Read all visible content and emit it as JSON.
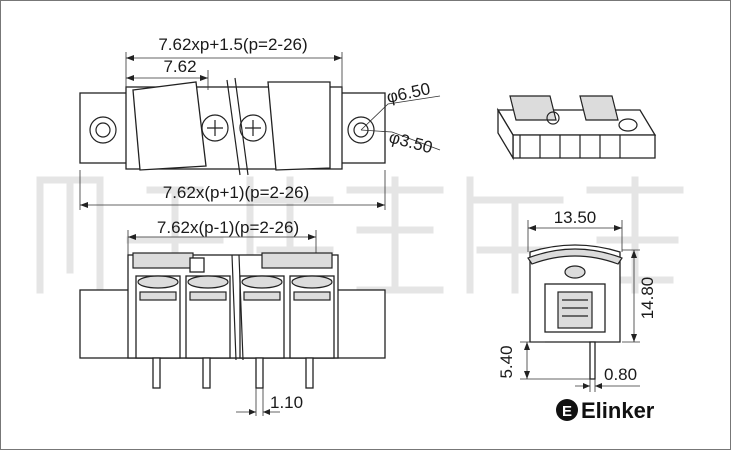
{
  "dimensions": {
    "overall_top": "7.62xp+1.5(p=2-26)",
    "pitch": "7.62",
    "hole_outer": "φ6.50",
    "hole_inner": "φ3.50",
    "overall_bottom": "7.62x(p+1)(p=2-26)",
    "inner_span": "7.62x(p-1)(p=2-26)",
    "pin_width": "1.10",
    "side_width": "13.50",
    "side_height": "14.80",
    "pin_length": "5.40",
    "pin_thickness": "0.80"
  },
  "brand": {
    "name": "Elinker",
    "mark": "E",
    "color": "#111111"
  }
}
